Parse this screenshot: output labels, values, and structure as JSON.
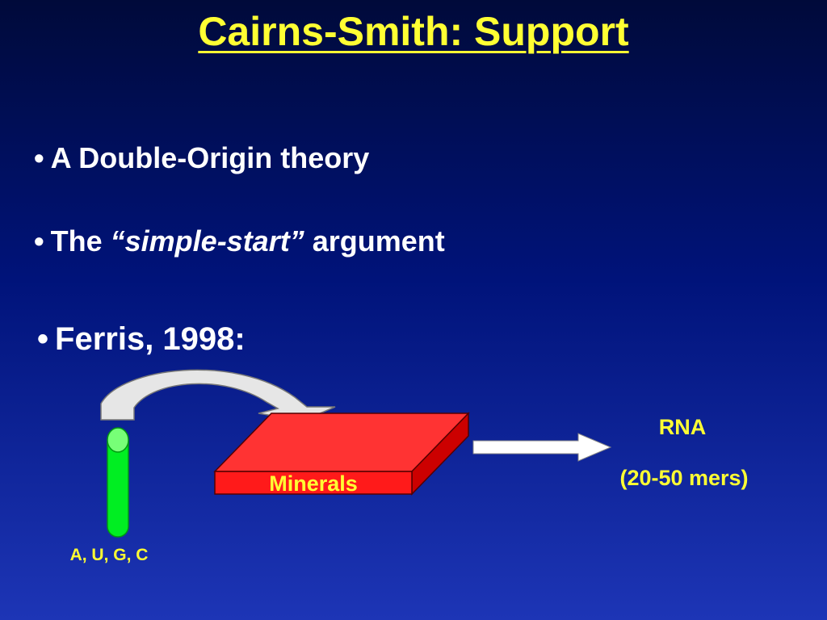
{
  "slide": {
    "title": "Cairns-Smith: Support",
    "bullets": [
      {
        "marker": "•",
        "text": "A Double-Origin theory"
      },
      {
        "marker": "•",
        "prefix": "The",
        "emphasis": "“simple-start”",
        "suffix": "argument"
      },
      {
        "marker": "•",
        "text": "Ferris, 1998:"
      }
    ]
  },
  "diagram": {
    "minerals_label": "Minerals",
    "product_label": "RNA",
    "product_length": "(20-50 mers)",
    "nucleotides_label": "A, U, G, C",
    "colors": {
      "title": "#ffff33",
      "label": "#ffff33",
      "body_text": "#ffffff",
      "mineral_top": "#ff3333",
      "mineral_side": "#cc0000",
      "test_tube": "#00ee22",
      "arrow": "#ffffff",
      "curved_arrow": "#e6e6e6"
    },
    "icons": [
      "test-tube-icon",
      "curved-arrow-icon",
      "mineral-slab-icon",
      "right-arrow-icon"
    ]
  }
}
